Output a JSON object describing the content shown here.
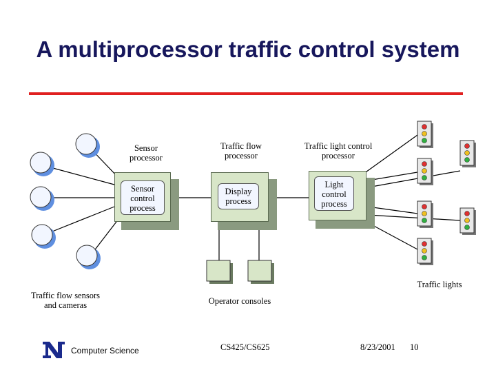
{
  "slide": {
    "title": "A multiprocessor traffic control system"
  },
  "diagram": {
    "sensor_processor_label": "Sensor\nprocessor",
    "sensor_process_label": "Sensor\ncontrol\nprocess",
    "traffic_flow_processor_label": "Traffic flow\nprocessor",
    "display_process_label": "Display\nprocess",
    "light_processor_label": "Traffic light control\nprocessor",
    "light_process_label": "Light\ncontrol\nprocess",
    "sensors_label": "Traffic flow sensors\nand cameras",
    "consoles_label": "Operator consoles",
    "lights_label": "Traffic lights"
  },
  "footer": {
    "org": "Computer Science",
    "course": "CS425/CS625",
    "date": "8/23/2001",
    "page": "10"
  },
  "colors": {
    "title": "#17175c",
    "rule": "#e02020",
    "processor_box": "#d8e6c8",
    "sensor_circle": "#5f8fe0",
    "console": "#d8e6c8",
    "logo": "#1a2a8c"
  }
}
